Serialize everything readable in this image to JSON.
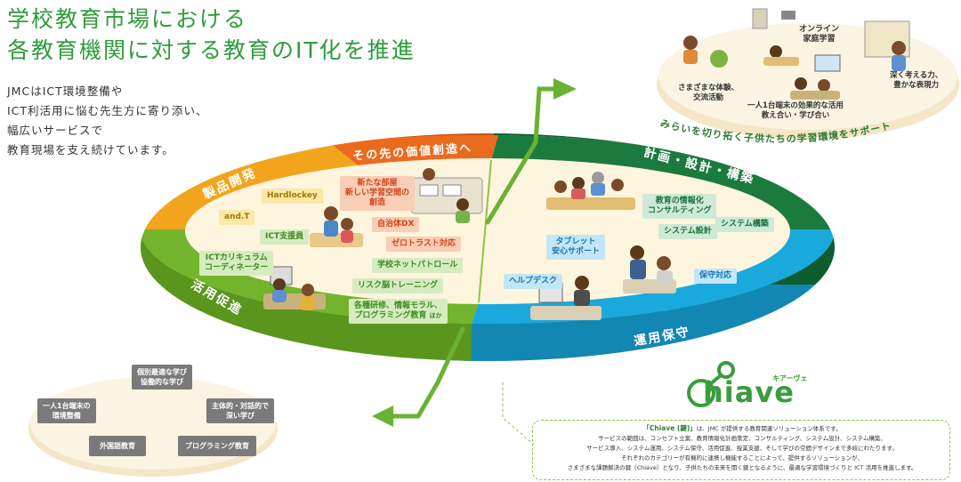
{
  "headline": {
    "line1": "学校教育市場における",
    "line2": "各教育機関に対する教育のIT化を推進"
  },
  "lead": {
    "line1": "JMCはICT環境整備や",
    "line2": "ICT利活用に悩む先生方に寄り添い、",
    "line3": "幅広いサービスで",
    "line4": "教育現場を支え続けています。"
  },
  "segments": {
    "product": "製品開発",
    "value": "その先の価値創造へ",
    "planning": "計画・設計・構築",
    "operation": "運用保守",
    "utilization": "活用促進"
  },
  "tags": {
    "hardlockey": "Hardlockey",
    "andt": "and.T",
    "ict_support": "ICT支援員",
    "ict_curriculum_1": "ICTカリキュラム",
    "ict_curriculum_2": "コーディネーター",
    "new_room_1": "新たな部屋",
    "new_room_2": "新しい学習空間の",
    "new_room_3": "創造",
    "municipal_dx": "自治体DX",
    "zero_trust": "ゼロトラスト対応",
    "school_net_patrol": "学校ネットパトロール",
    "risk_training": "リスク脳トレーニング",
    "training_1": "各種研修、情報モラル、",
    "training_2": "プログラミング教育",
    "training_etc": "ほか",
    "consult_1": "教育の情報化",
    "consult_2": "コンサルティング",
    "system_design": "システム設計",
    "system_build": "システム構築",
    "tablet_1": "タブレット",
    "tablet_2": "安心サポート",
    "helpdesk": "ヘルプデスク",
    "maintenance": "保守対応"
  },
  "future": {
    "online_1": "オンライン",
    "online_2": "家庭学習",
    "experience_1": "さまざまな体験、",
    "experience_2": "交流活動",
    "deep_1": "深く考える力、",
    "deep_2": "豊かな表現力",
    "device_1": "一人1台端末の効果的な活用",
    "device_2": "教え合い・学び合い",
    "arc_text": "みらいを切り拓く子供たちの学習環境をサポート"
  },
  "base": {
    "personal_1": "個別最適な学び",
    "personal_2": "協働的な学び",
    "device_1": "一人1台端末の",
    "device_2": "環境整備",
    "active_1": "主体的・対話的で",
    "active_2": "深い学び",
    "foreign": "外国語教育",
    "programming": "プログラミング教育"
  },
  "logo": {
    "word": "hiave",
    "kana": "キアーヴェ"
  },
  "footer": {
    "name": "「Chiave (鍵)」",
    "line1_rest": "は、JMC が提供する教育関連ソリューション体系です。",
    "line2": "サービスの範囲は、コンセプト立案、教育情報化計画策定、コンサルティング、システム設計、システム構築、",
    "line3": "サービス導入、システム運用、システム保守、活用促進、授業支援、そして学びの空間デザインまで多岐にわたります。",
    "line4": "それぞれのカテゴリーが有機的に連携し機能することによって、提供するソリューションが、",
    "line5": "さまざまな課題解決の鍵（Chiave）となり、子供たちの未来を開く鍵となるように、最適な学習環境づくりと ICT 活用を推進します。"
  },
  "colors": {
    "yellow": "#f2a51c",
    "orange": "#ec6a1e",
    "dark_green": "#1b7a3e",
    "blue": "#19a9dd",
    "green": "#72b52c",
    "headline": "#2e9c3a"
  }
}
